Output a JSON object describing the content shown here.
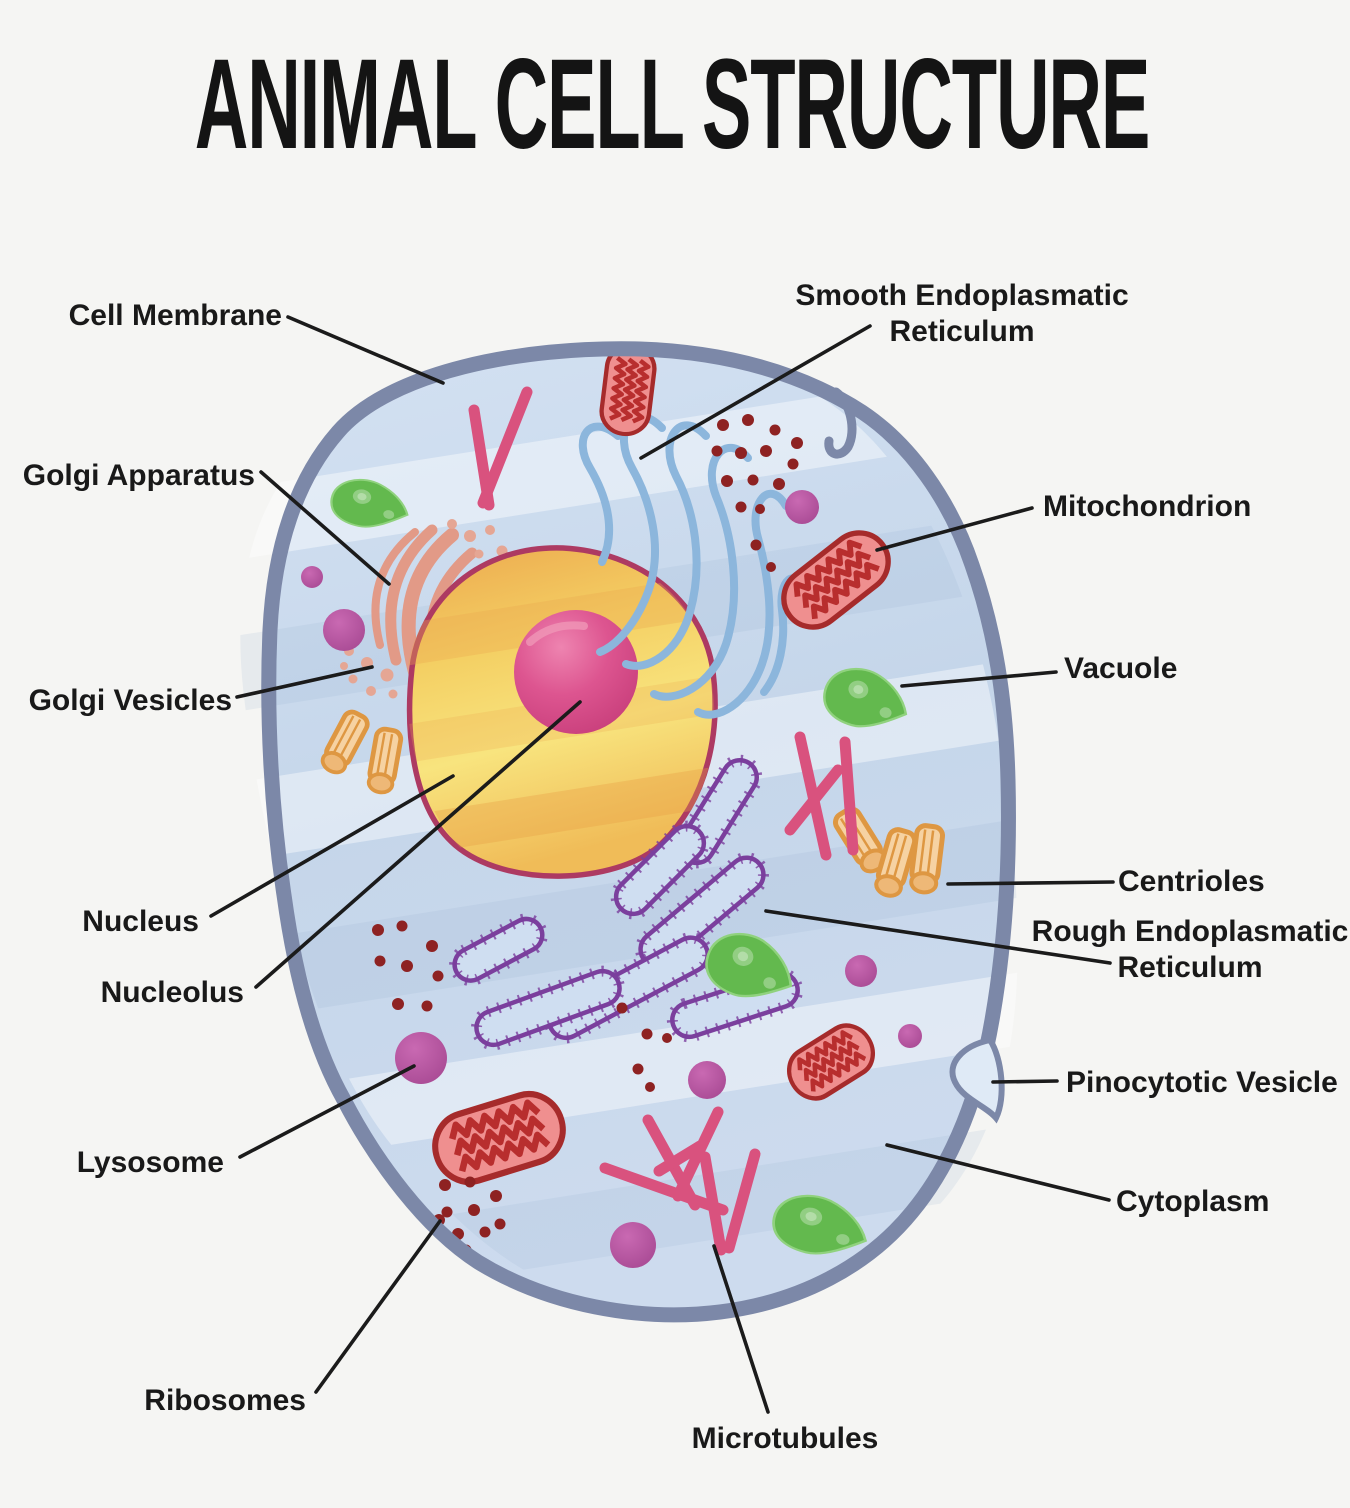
{
  "title": "ANIMAL CELL STRUCTURE",
  "labels": {
    "cell_membrane": "Cell Membrane",
    "golgi_apparatus": "Golgi Apparatus",
    "golgi_vesicles": "Golgi Vesicles",
    "nucleus": "Nucleus",
    "nucleolus": "Nucleolus",
    "lysosome": "Lysosome",
    "ribosomes": "Ribosomes",
    "microtubules": "Microtubules",
    "smooth_er_line1": "Smooth Endoplasmatic",
    "smooth_er_line2": "Reticulum",
    "mitochondrion": "Mitochondrion",
    "vacuole": "Vacuole",
    "centrioles": "Centrioles",
    "rough_er_line1": "Rough Endoplasmatic",
    "rough_er_line2": "Reticulum",
    "pinocytotic_vesicle": "Pinocytotic Vesicle",
    "cytoplasm": "Cytoplasm"
  },
  "colors": {
    "background": "#f5f5f3",
    "title_color": "#141414",
    "label_color": "#191919",
    "line_color": "#1b1b1b",
    "membrane": "#7c88a8",
    "cytoplasm": "#c5d6ea",
    "nucleus_border": "#ad3a62",
    "nucleus_fill": "#f6db6e",
    "nucleolus": "#d84784",
    "smooth_er": "#8cb6dc",
    "rough_er": "#7b3f9d",
    "golgi": "#e29a87",
    "golgi_vesicle": "#e5a694",
    "mito_fill": "#ef8f8f",
    "mito_border": "#a62b2b",
    "mito_zigzag": "#b82e2e",
    "lysosome": "#ad4b9b",
    "vacuole": "#63b94e",
    "centriole": "#de9742",
    "centriole_fill": "#f6d2a2",
    "ribosome": "#8e2222",
    "microtubule": "#d9527e"
  }
}
